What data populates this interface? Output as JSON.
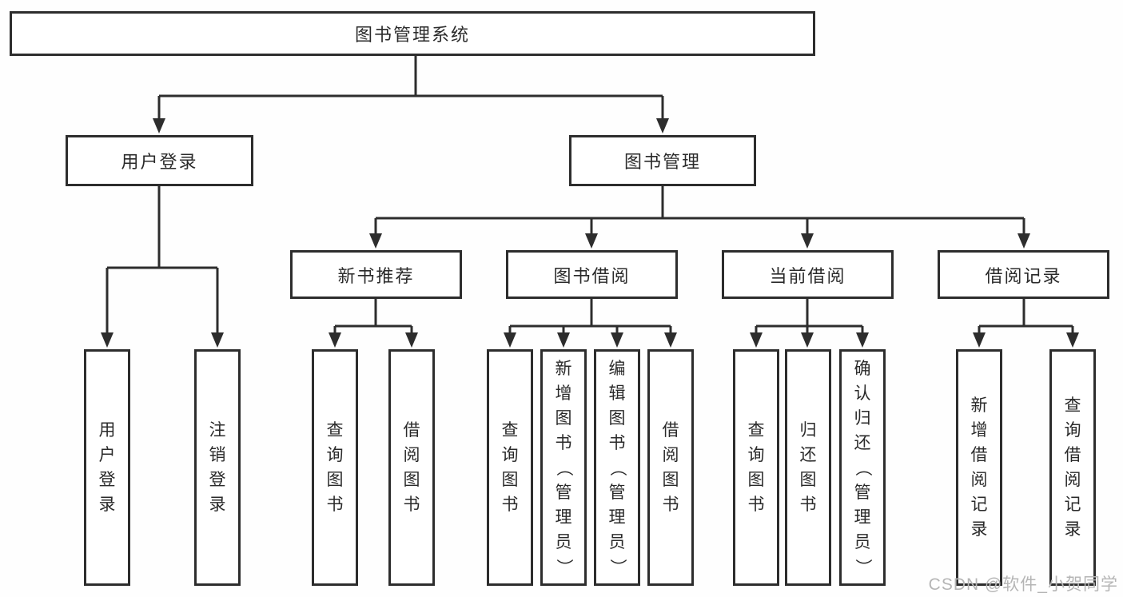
{
  "colors": {
    "line": "#2d2d2d",
    "text": "#2a2a2a",
    "bg": "#fefefe",
    "watermark": "#b5b5b5"
  },
  "watermark": {
    "text": "CSDN @软件_小贺同学"
  },
  "tree": {
    "label": "图书管理系统",
    "children": [
      {
        "label": "用户登录",
        "children": [
          {
            "label": "用户登录"
          },
          {
            "label": "注销登录"
          }
        ]
      },
      {
        "label": "图书管理",
        "children": [
          {
            "label": "新书推荐",
            "children": [
              {
                "label": "查询图书"
              },
              {
                "label": "借阅图书"
              }
            ]
          },
          {
            "label": "图书借阅",
            "children": [
              {
                "label": "查询图书"
              },
              {
                "label": "新增图书（管理员）"
              },
              {
                "label": "编辑图书（管理员）"
              },
              {
                "label": "借阅图书"
              }
            ]
          },
          {
            "label": "当前借阅",
            "children": [
              {
                "label": "查询图书"
              },
              {
                "label": "归还图书"
              },
              {
                "label": "确认归还（管理员）"
              }
            ]
          },
          {
            "label": "借阅记录",
            "children": [
              {
                "label": "新增借阅记录"
              },
              {
                "label": "查询借阅记录"
              }
            ]
          }
        ]
      }
    ]
  }
}
